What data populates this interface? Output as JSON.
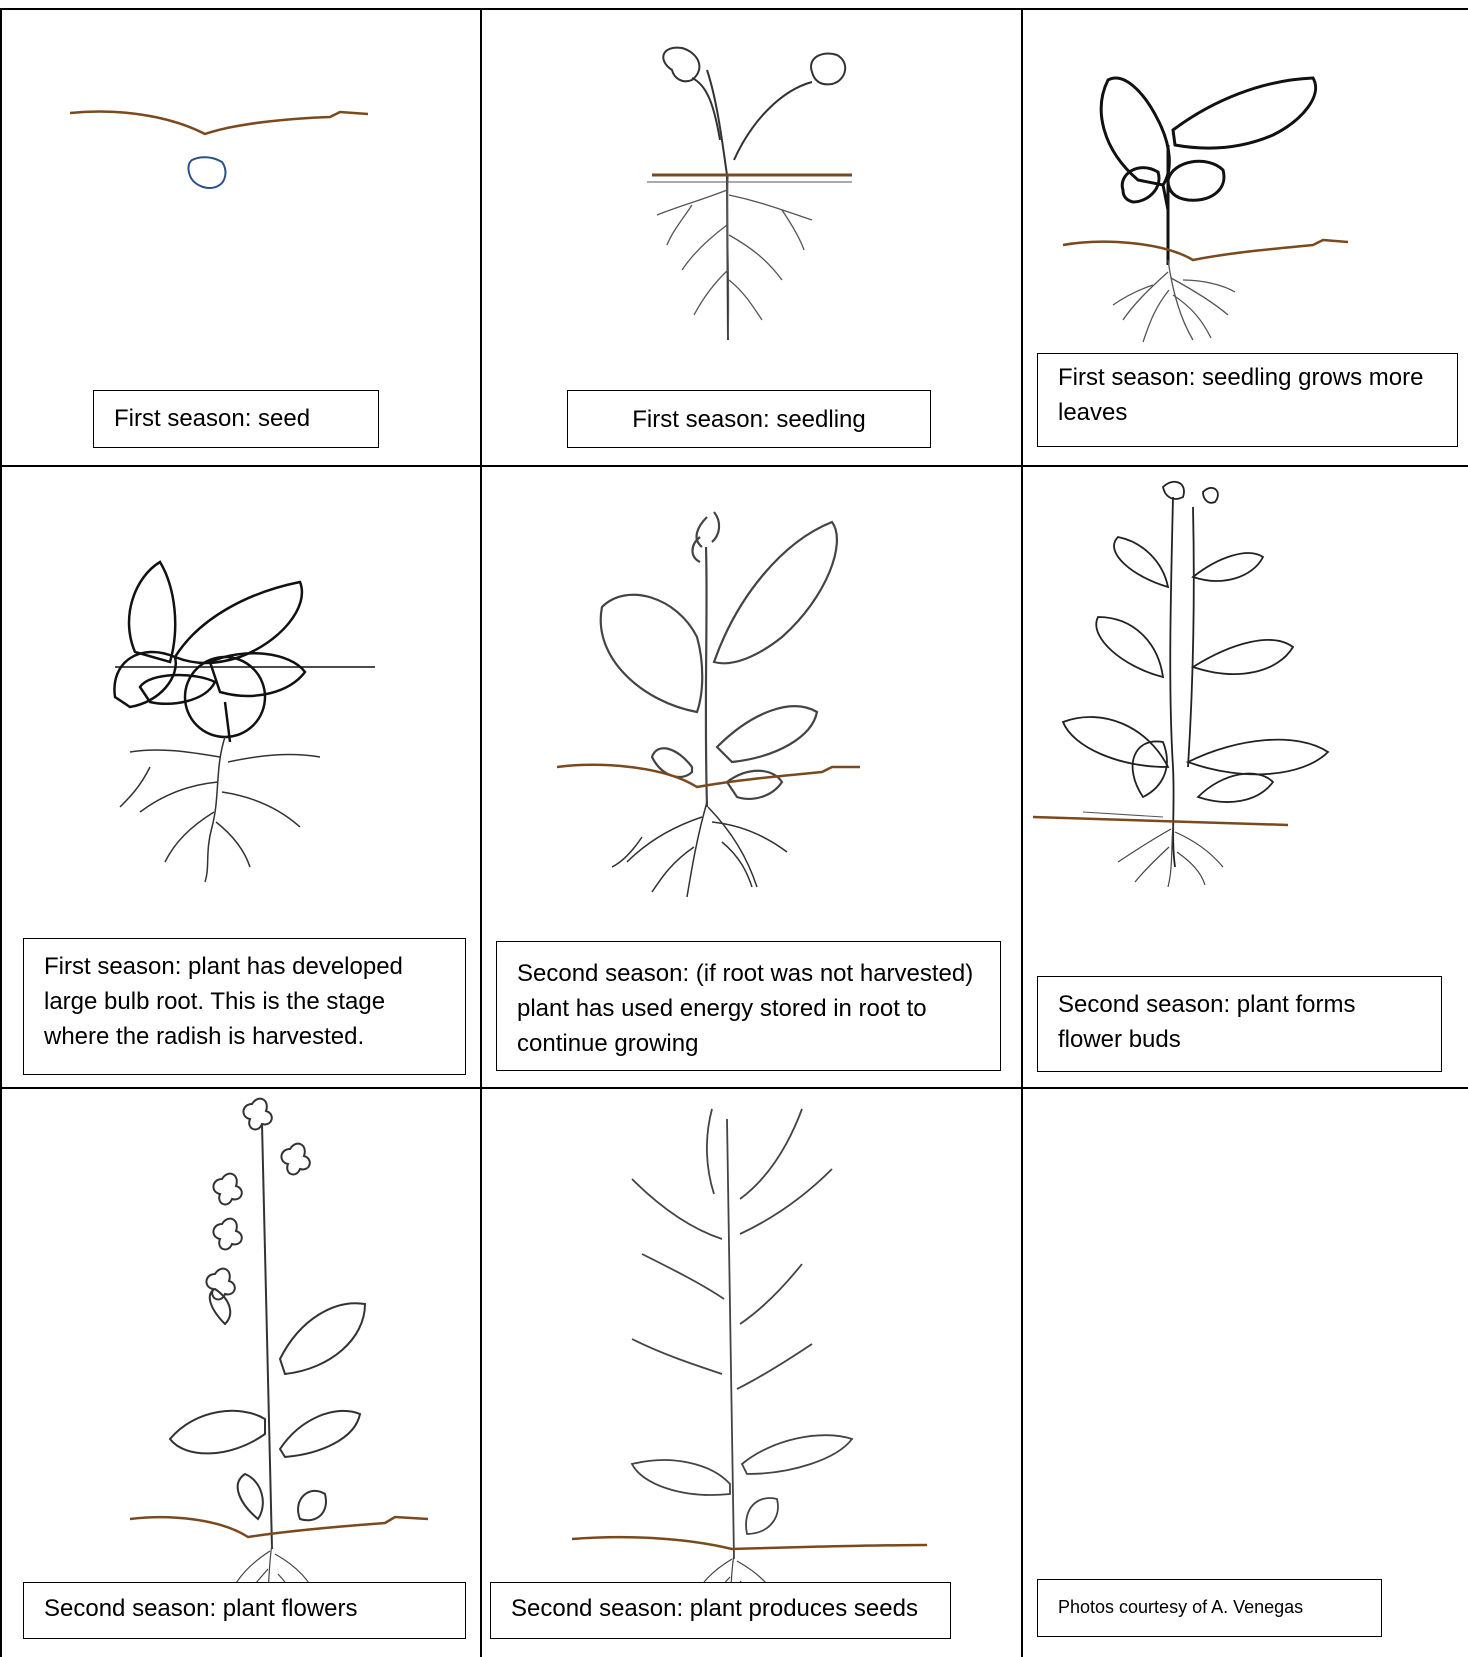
{
  "cells": [
    {
      "caption": "First season: seed"
    },
    {
      "caption": "First season: seedling"
    },
    {
      "caption": "First season: seedling grows more leaves"
    },
    {
      "caption": "First season: plant has developed large bulb root. This is the stage where the radish is harvested."
    },
    {
      "caption": "Second season: (if root was not harvested) plant has used energy stored in root to continue growing"
    },
    {
      "caption": "Second season: plant forms flower buds"
    },
    {
      "caption": "Second season: plant flowers"
    },
    {
      "caption": "Second season: plant produces seeds"
    },
    {
      "caption": "Photos courtesy of A. Venegas"
    }
  ],
  "colors": {
    "soil": "#7a4a1e",
    "seed": "#2b4f8a",
    "ink": "#111111",
    "root": "#555555"
  }
}
